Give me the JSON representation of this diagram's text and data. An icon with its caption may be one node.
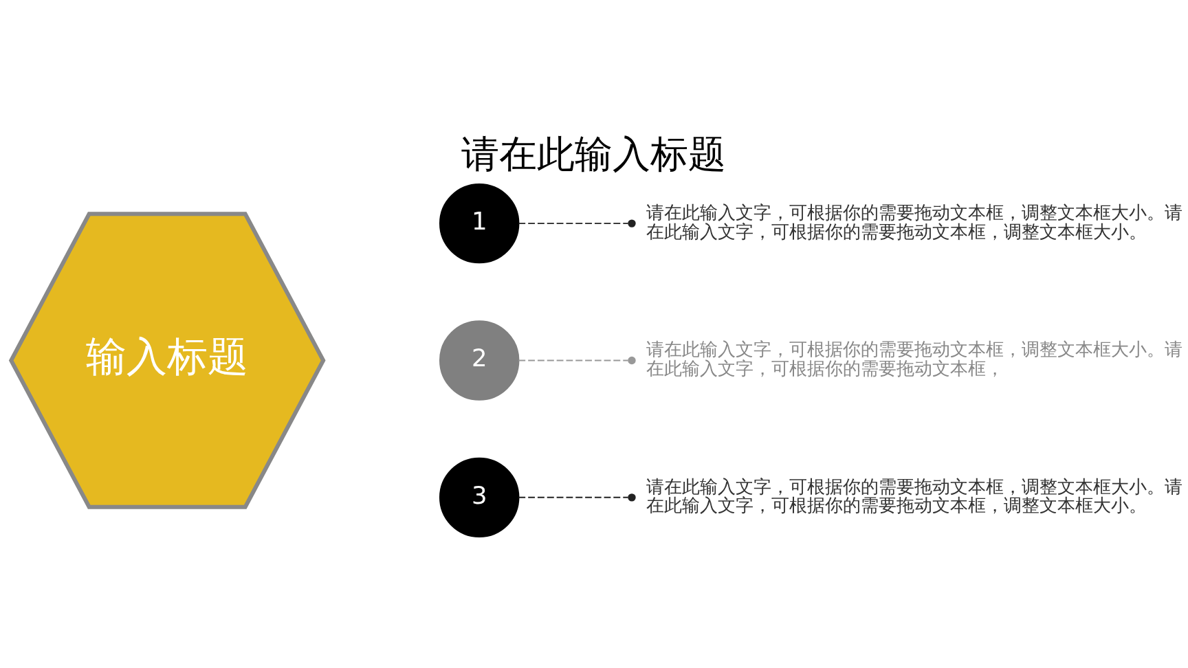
{
  "diagram": {
    "title": "请在此输入标题",
    "nodes": [
      {
        "text": [
          "输入标题"
        ]
      },
      {
        "text": [
          "1"
        ]
      },
      {
        "text": [
          "请在此输入文字，可根据你的需要拖动文本框，调整文本框大小。请在此输入文字，可根据你的需要拖动文本框，调整文本框大小。"
        ]
      },
      {
        "text": [
          "2"
        ]
      },
      {
        "text": [
          "请在此输入文字，可根据你的需要拖动文本框，调整文本框大小。请在此输入文字，可根据你的需要拖动文本框，"
        ]
      },
      {
        "text": [
          "3"
        ]
      },
      {
        "text": [
          "请在此输入文字，可根据你的需要拖动文本框，调整文本框大小。请在此输入文字，可根据你的需要拖动文本框，调整文本框大小。"
        ]
      }
    ],
    "edges": [
      {
        "from": 1,
        "to": 2,
        "arrow": "other",
        "style": "dashed"
      },
      {
        "from": 3,
        "to": 4,
        "arrow": "other",
        "style": "dashed",
        "color": "#999999"
      },
      {
        "from": 5,
        "to": 6,
        "arrow": "other",
        "style": "dashed"
      }
    ]
  }
}
